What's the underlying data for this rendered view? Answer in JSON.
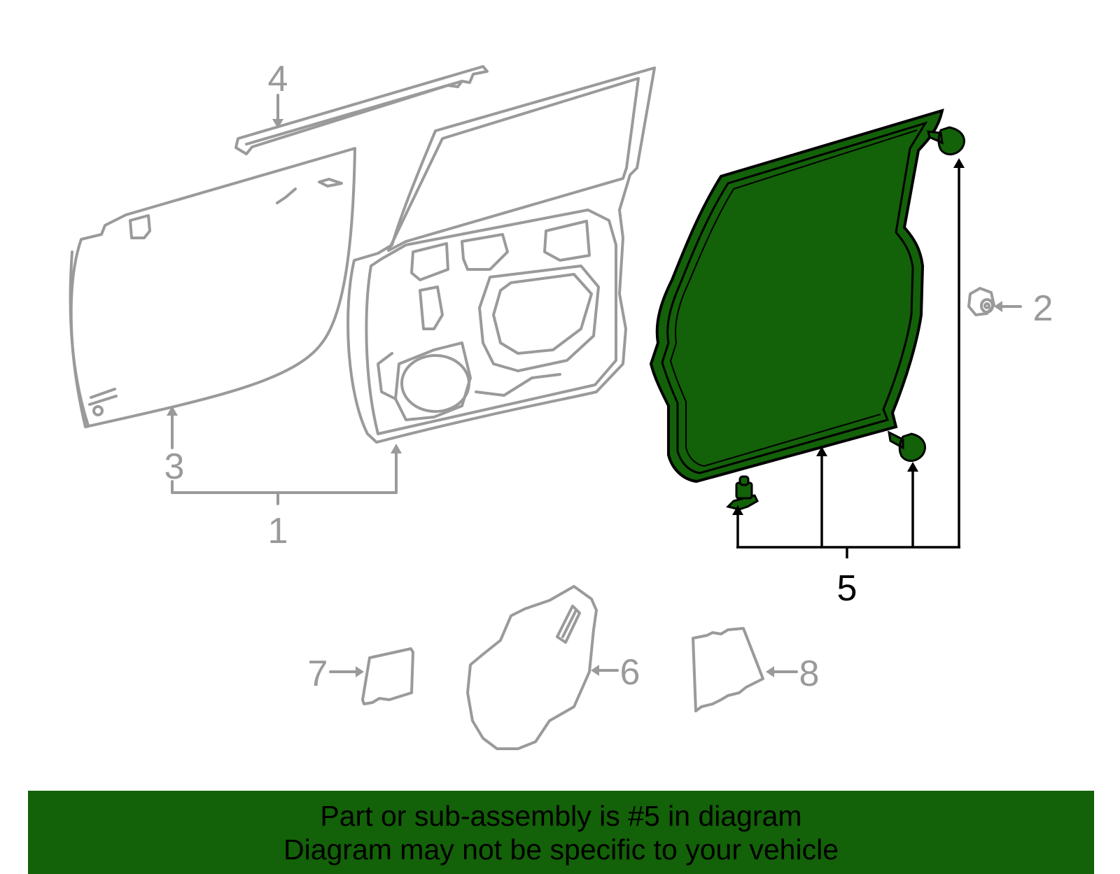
{
  "colors": {
    "highlight": "#136108",
    "banner_bg": "#136108",
    "inactive": "#9a9a9a",
    "active_text": "#000000"
  },
  "callouts": [
    {
      "id": "1",
      "label": "1",
      "highlighted": false
    },
    {
      "id": "2",
      "label": "2",
      "highlighted": false
    },
    {
      "id": "3",
      "label": "3",
      "highlighted": false
    },
    {
      "id": "4",
      "label": "4",
      "highlighted": false
    },
    {
      "id": "5",
      "label": "5",
      "highlighted": true
    },
    {
      "id": "6",
      "label": "6",
      "highlighted": false
    },
    {
      "id": "7",
      "label": "7",
      "highlighted": false
    },
    {
      "id": "8",
      "label": "8",
      "highlighted": false
    }
  ],
  "banner": {
    "line1": "Part or sub-assembly is #5 in diagram",
    "line2": "Diagram may not be specific to your vehicle"
  }
}
